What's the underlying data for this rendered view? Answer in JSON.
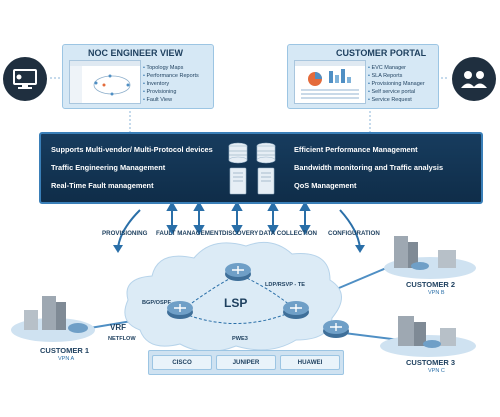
{
  "noc_panel": {
    "title": "NOC ENGINEER VIEW",
    "items": [
      "Topology Maps",
      "Performance Reports",
      "Inventory",
      "Provisioning",
      "Fault View"
    ]
  },
  "customer_portal": {
    "title": "CUSTOMER PORTAL",
    "items": [
      "EVC Manager",
      "SLA Reports",
      "Provisioning Manager",
      "Self service portal",
      "Service Request"
    ]
  },
  "center_box": {
    "left_features": [
      "Supports Multi-vendor/ Multi-Protocol devices",
      "Traffic Engineering Management",
      "Real-Time Fault management"
    ],
    "right_features": [
      "Efficient Performance Management",
      "Bandwidth monitoring and Traffic analysis",
      "QoS Management"
    ]
  },
  "flows": [
    "PROVISIONING",
    "FAULT MANAGEMENT",
    "DISCOVERY",
    "DATA COLLECTION",
    "CONFIGURATION"
  ],
  "network": {
    "lsp": "LSP",
    "ldp": "LDP/RSVP - TE",
    "bgp": "BGP/OSPF",
    "pwe": "PWE3",
    "vrf": "VRF",
    "netflow": "NETFLOW"
  },
  "customers": [
    {
      "name": "CUSTOMER 1",
      "vpn": "VPN A"
    },
    {
      "name": "CUSTOMER 2",
      "vpn": "VPN B"
    },
    {
      "name": "CUSTOMER 3",
      "vpn": "VPN C"
    }
  ],
  "vendors": [
    "CISCO",
    "JUNIPER",
    "HUAWEI"
  ],
  "colors": {
    "accent": "#2a6fa8",
    "dark_box": "#173c5e",
    "cloud": "#dcebf6",
    "panel": "#d6e8f5"
  }
}
